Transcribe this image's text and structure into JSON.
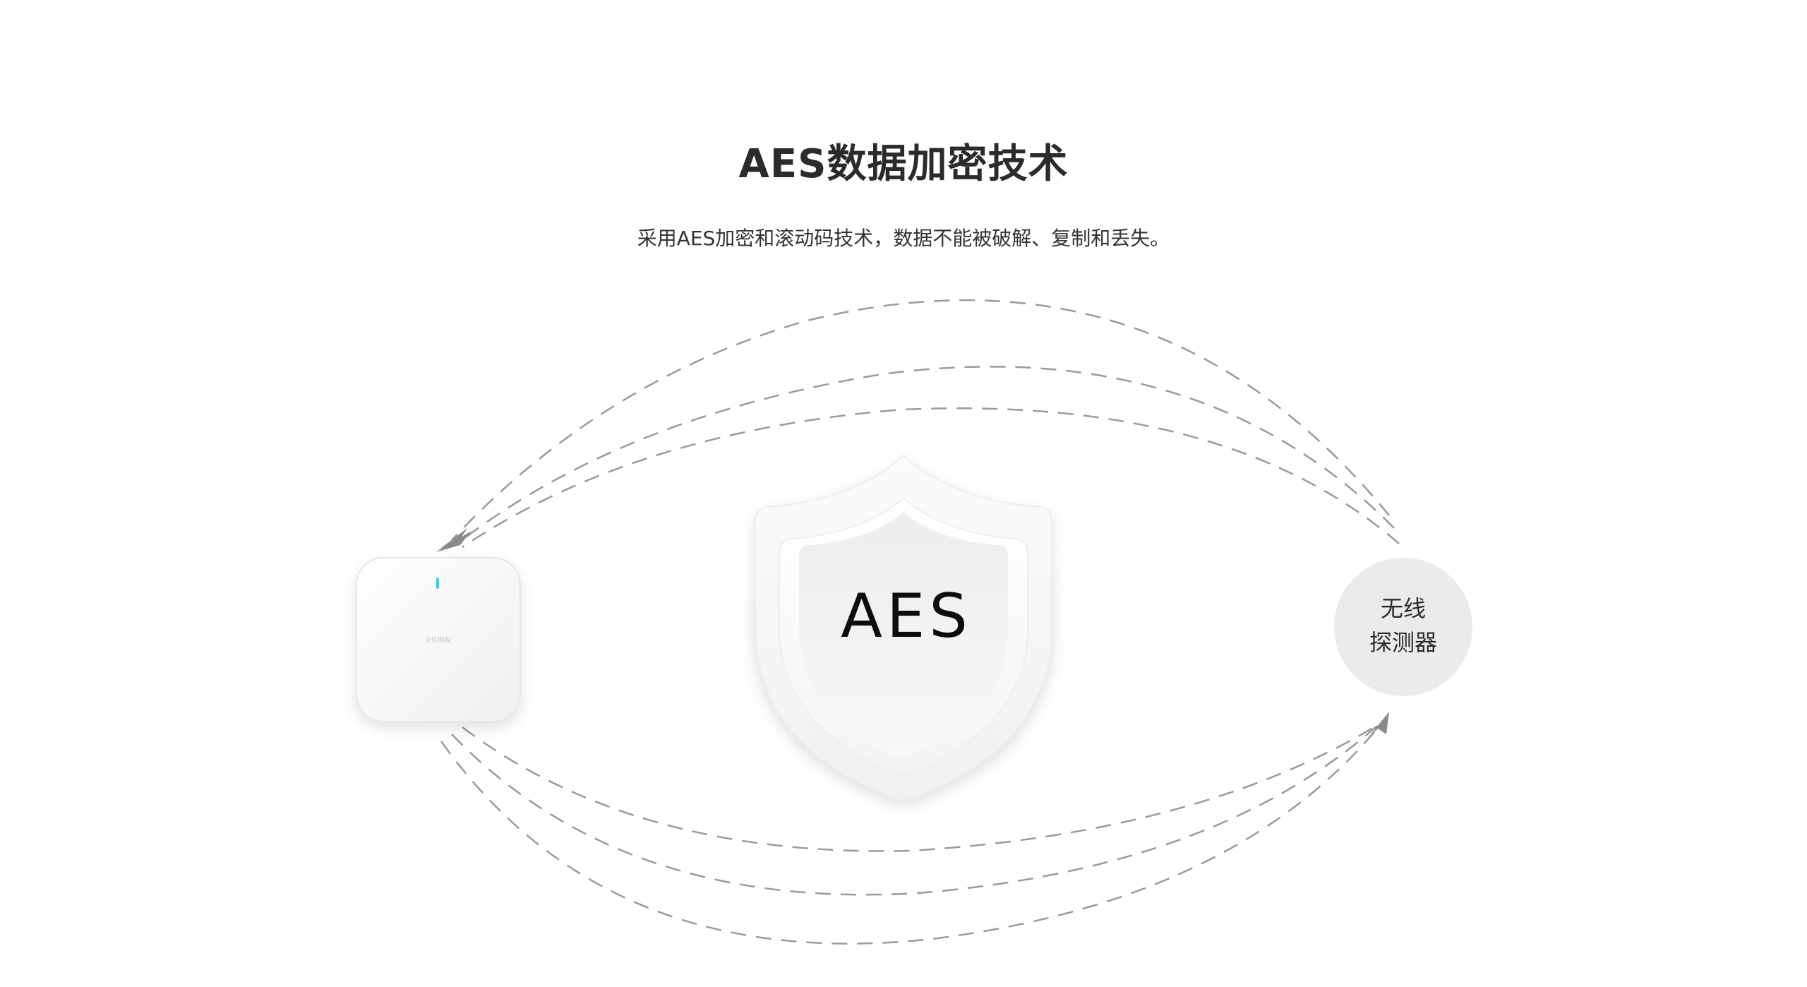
{
  "header": {
    "title": "AES数据加密技术",
    "subtitle": "采用AES加密和滚动码技术，数据不能被破解、复制和丢失。"
  },
  "diagram": {
    "center": {
      "label": "AES",
      "icon": "shield-icon"
    },
    "hub": {
      "brand": "iHORN",
      "indicator_color": "#2ed3e6",
      "icon": "hub-device-icon"
    },
    "detector": {
      "line1": "无线",
      "line2": "探测器"
    }
  },
  "colors": {
    "dash": "#9a9a9a",
    "arrow": "#8a8a8a",
    "detector_bg": "#ebebeb",
    "text": "#2b2b2b"
  }
}
